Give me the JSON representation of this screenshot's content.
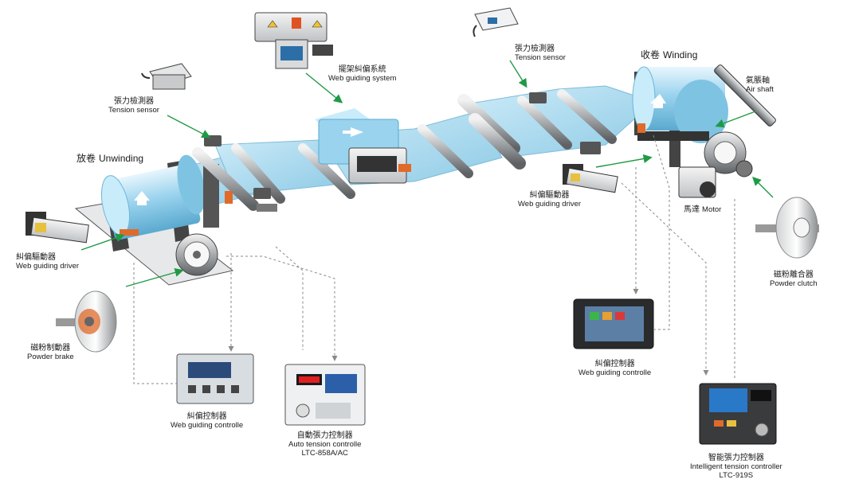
{
  "titles": {
    "unwinding": {
      "zh": "放卷",
      "en": "Unwinding"
    },
    "winding": {
      "zh": "收卷",
      "en": "Winding"
    }
  },
  "labels": {
    "tension_sensor_left": {
      "zh": "張力檢測器",
      "en": "Tension sensor"
    },
    "web_guiding_system": {
      "zh": "擺架糾偏系統",
      "en": "Web guiding system"
    },
    "tension_sensor_right": {
      "zh": "張力檢測器",
      "en": "Tension sensor"
    },
    "air_shaft": {
      "zh": "氣脹軸",
      "en": "Air shaft"
    },
    "web_guiding_driver_right": {
      "zh": "糾偏驅動器",
      "en": "Web guiding driver"
    },
    "motor": {
      "zh": "馬達",
      "en": "Motor"
    },
    "powder_clutch": {
      "zh": "磁粉離合器",
      "en": "Powder clutch"
    },
    "web_guiding_driver_left": {
      "zh": "糾偏驅動器",
      "en": "Web guiding driver"
    },
    "powder_brake": {
      "zh": "磁粉制動器",
      "en": "Powder brake"
    },
    "web_guiding_controller_left": {
      "zh": "糾偏控制器",
      "en": "Web guiding controlle"
    },
    "auto_tension_controller": {
      "zh": "自動張力控制器",
      "en": "Auto tension controlle",
      "model": "LTC-858A/AC"
    },
    "web_guiding_controller_right": {
      "zh": "糾偏控制器",
      "en": "Web guiding controlle"
    },
    "intelligent_tension_controller": {
      "zh": "智能張力控制器",
      "en": "Intelligent tension controller",
      "model": "LTC-919S"
    }
  },
  "colors": {
    "film": "#a9d8ee",
    "film_edge": "#7fbcd8",
    "roll": "#9ad3ee",
    "steel": "#b9bcbf",
    "frame": "#3a3a3a",
    "arrow_green": "#1f9a45",
    "dashed_gray": "#8a8a8a",
    "controller_orange": "#e0541c"
  }
}
